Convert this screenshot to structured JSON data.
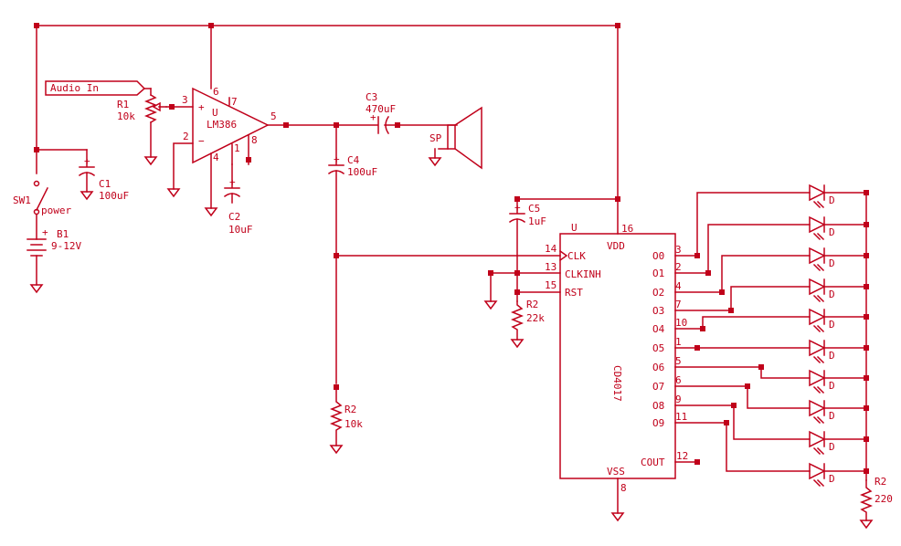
{
  "colors": {
    "ink": "#c0001a",
    "background": "#ffffff"
  },
  "audio_in": {
    "label": "Audio In"
  },
  "r1": {
    "name": "R1",
    "value": "10k"
  },
  "amp": {
    "part": "LM386",
    "unit": "U",
    "plus": "+",
    "minus": "−",
    "pins": {
      "in_plus": "3",
      "in_minus": "2",
      "vcc": "6",
      "gain1": "1",
      "gain8": "8",
      "bypass": "7",
      "gnd": "4",
      "out": "5"
    }
  },
  "c1": {
    "name": "C1",
    "value": "100uF"
  },
  "c2": {
    "name": "C2",
    "value": "10uF"
  },
  "c3": {
    "name": "C3",
    "value": "470uF"
  },
  "c4": {
    "name": "C4",
    "value": "100uF"
  },
  "c5": {
    "name": "C5",
    "value": "1uF"
  },
  "speaker": {
    "name": "SP"
  },
  "sw1": {
    "name": "SW1",
    "label": "power"
  },
  "b1": {
    "name": "B1",
    "value": "9-12V",
    "plus": "+"
  },
  "r2_clk": {
    "name": "R2",
    "value": "10k"
  },
  "r2_inh": {
    "name": "R2",
    "value": "22k"
  },
  "r2_led": {
    "name": "R2",
    "value": "220"
  },
  "counter": {
    "part": "CD4017",
    "unit": "U",
    "vdd": {
      "label": "VDD",
      "pin": "16"
    },
    "vss": {
      "label": "VSS",
      "pin": "8"
    },
    "inputs": [
      {
        "label": "CLK",
        "pin": "14"
      },
      {
        "label": "CLKINH",
        "pin": "13"
      },
      {
        "label": "RST",
        "pin": "15"
      }
    ],
    "outputs": [
      {
        "label": "O0",
        "pin": "3"
      },
      {
        "label": "O1",
        "pin": "2"
      },
      {
        "label": "O2",
        "pin": "4"
      },
      {
        "label": "O3",
        "pin": "7"
      },
      {
        "label": "O4",
        "pin": "10"
      },
      {
        "label": "O5",
        "pin": "1"
      },
      {
        "label": "O6",
        "pin": "5"
      },
      {
        "label": "O7",
        "pin": "6"
      },
      {
        "label": "O8",
        "pin": "9"
      },
      {
        "label": "O9",
        "pin": "11"
      }
    ],
    "cout": {
      "label": "COUT",
      "pin": "12"
    }
  },
  "leds": [
    "D",
    "D",
    "D",
    "D",
    "D",
    "D",
    "D",
    "D",
    "D",
    "D"
  ]
}
